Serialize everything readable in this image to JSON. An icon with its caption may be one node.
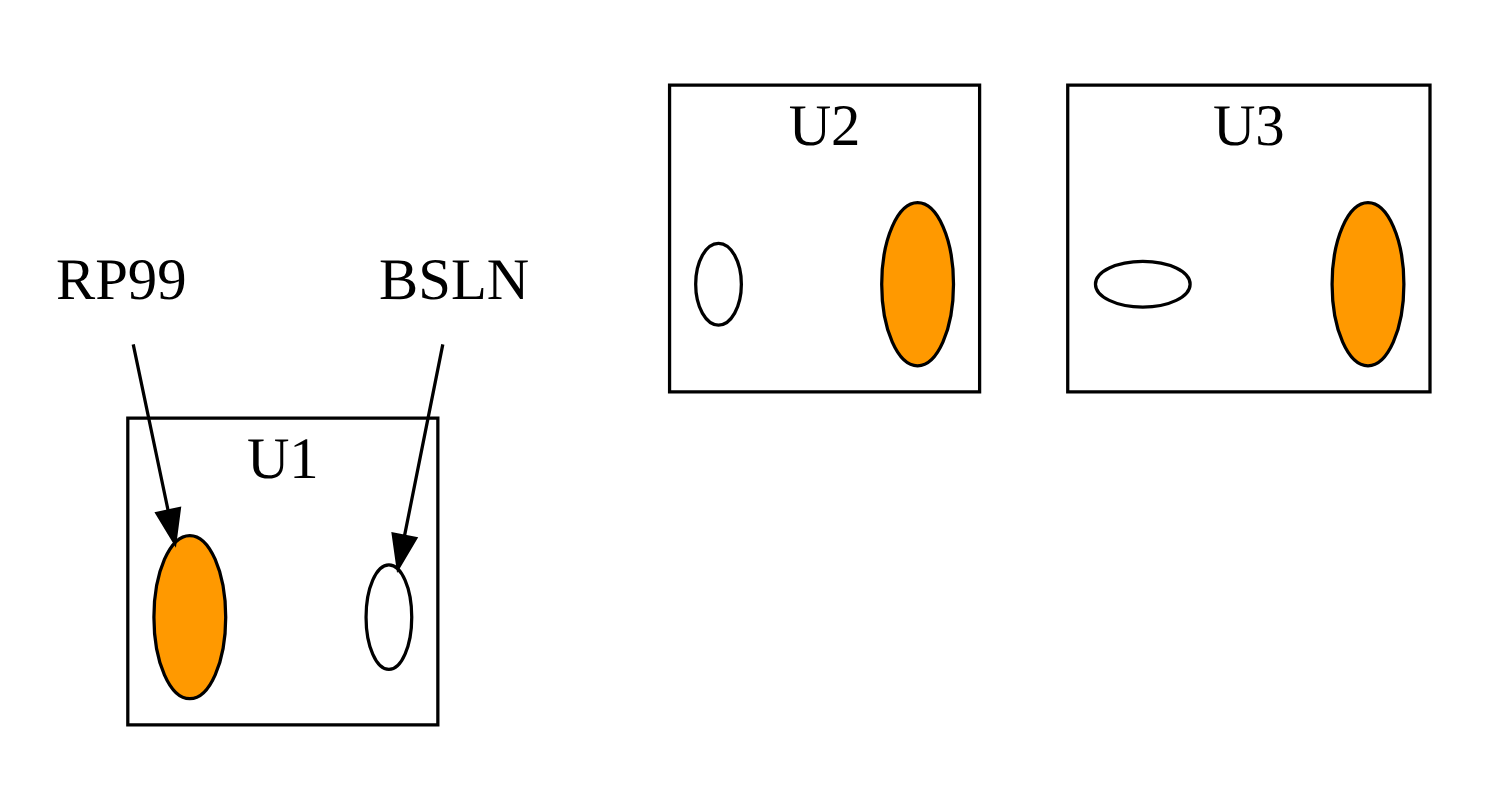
{
  "diagram": {
    "nodes": [
      {
        "text": [
          "RP99"
        ]
      },
      {
        "text": [
          "U1"
        ]
      },
      {
        "text": [],
        "shape": "ellipse",
        "in": 1
      },
      {
        "text": [],
        "shape": "ellipse",
        "in": 1
      },
      {
        "text": [
          "BSLN"
        ]
      },
      {
        "text": [
          "U2"
        ]
      },
      {
        "text": [],
        "shape": "ellipse",
        "in": 5
      },
      {
        "text": [],
        "shape": "ellipse",
        "in": 5
      },
      {
        "text": [
          "U3"
        ]
      },
      {
        "text": [],
        "shape": "ellipse",
        "in": 8
      },
      {
        "text": [],
        "shape": "ellipse",
        "in": 8
      }
    ],
    "edges": [
      {
        "from": 0,
        "to": 2,
        "arrow": "to"
      },
      {
        "from": 4,
        "to": 3,
        "arrow": "to"
      }
    ]
  }
}
